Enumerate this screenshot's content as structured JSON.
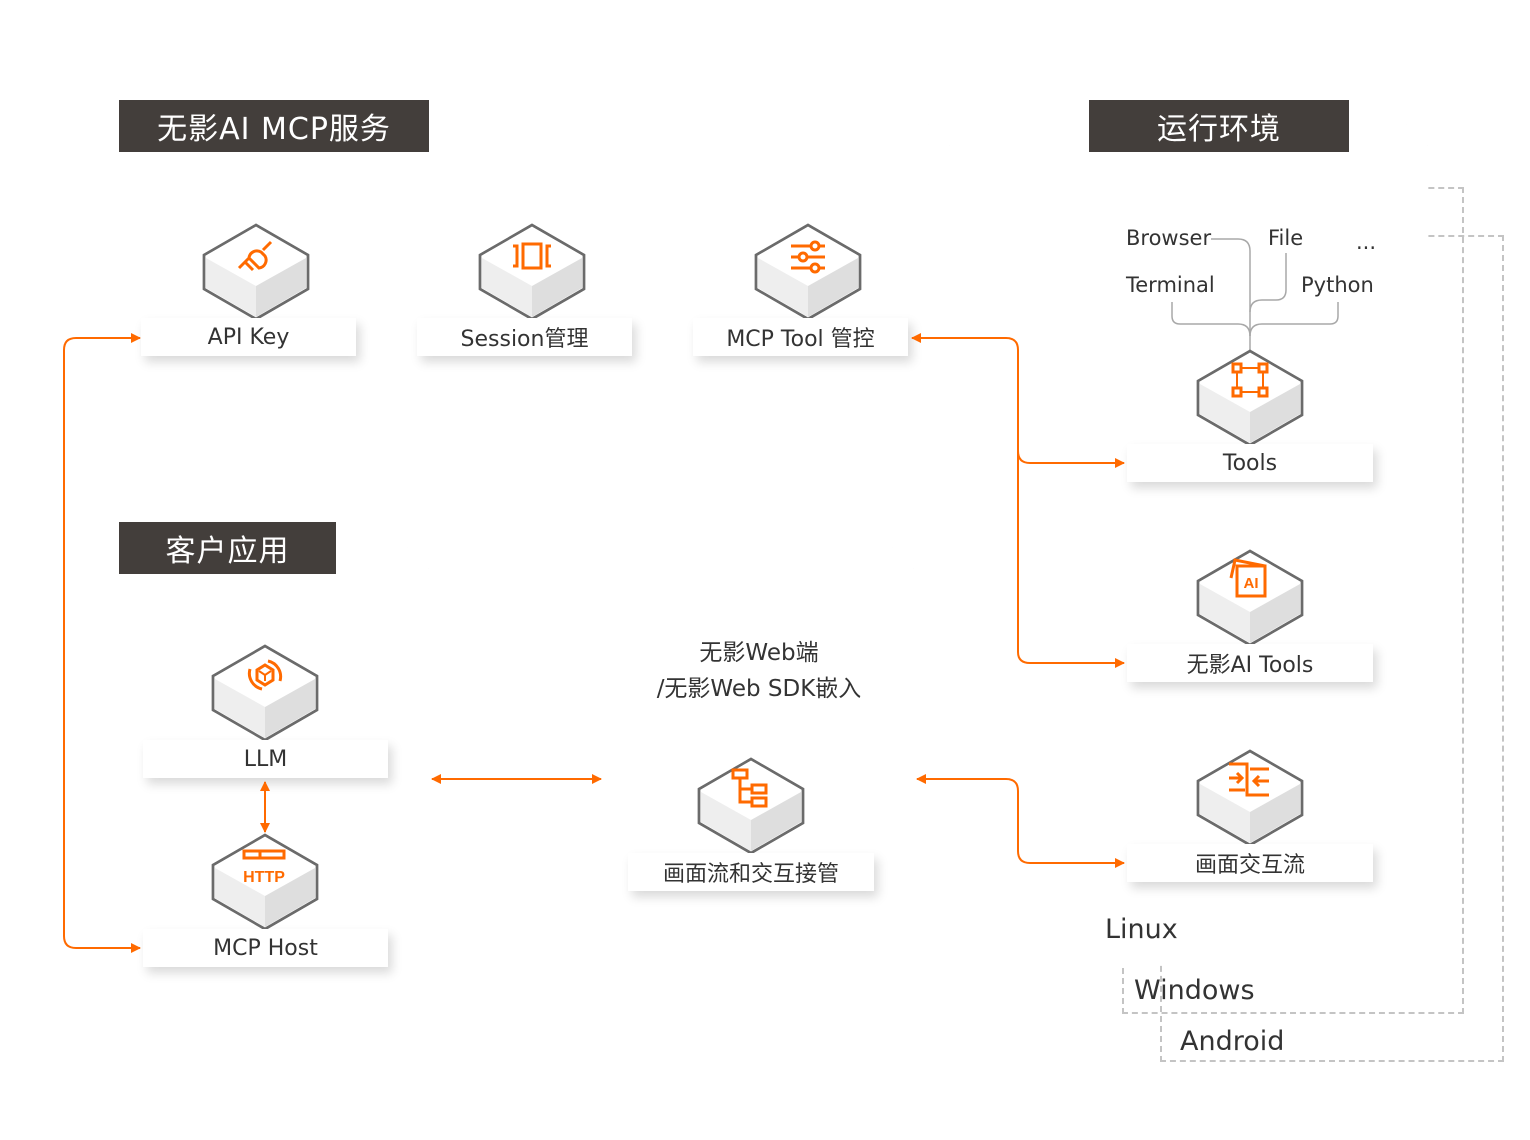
{
  "accent_color": "#ff6a00",
  "tab_color": "#433e3b",
  "mcp_service": {
    "title": "无影AI MCP服务",
    "items": [
      {
        "label": "API Key",
        "icon": "plug-icon"
      },
      {
        "label": "Session管理",
        "icon": "session-icon"
      },
      {
        "label": "MCP Tool 管控",
        "icon": "sliders-icon"
      }
    ]
  },
  "runtime": {
    "title": "运行环境",
    "tool_types": [
      "Browser",
      "File",
      "...",
      "Terminal",
      "Python"
    ],
    "items": [
      {
        "label": "Tools",
        "icon": "nodes-icon"
      },
      {
        "label": "无影AI Tools",
        "icon": "ai-icon"
      },
      {
        "label": "画面交互流",
        "icon": "merge-arrows-icon"
      }
    ],
    "os": [
      "Linux",
      "Windows",
      "Android"
    ]
  },
  "client_app": {
    "title": "客户应用",
    "items": [
      {
        "label": "LLM",
        "icon": "model-cycle-icon"
      },
      {
        "label": "MCP Host",
        "icon": "http-icon"
      }
    ]
  },
  "web": {
    "title_line1": "无影Web端",
    "title_line2": "/无影Web SDK嵌入",
    "item": {
      "label": "画面流和交互接管",
      "icon": "tree-icon"
    }
  }
}
